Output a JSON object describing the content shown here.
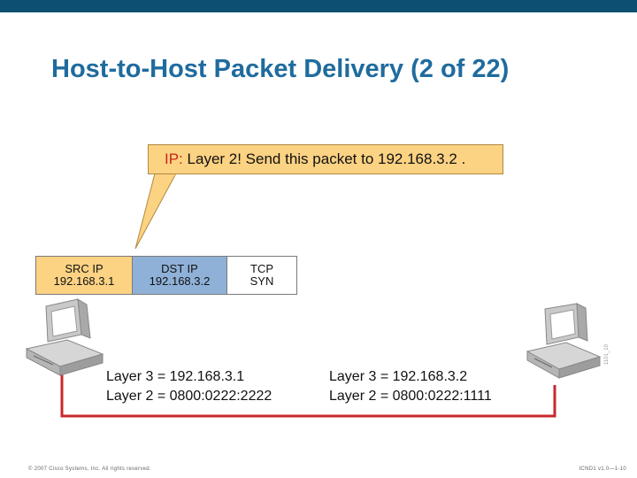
{
  "slide": {
    "title": "Host-to-Host Packet Delivery (2 of 22)",
    "footer_left": "© 2007 Cisco Systems, Inc. All rights reserved.",
    "footer_right": "ICND1 v1.0—1-10",
    "side_tag": "1101_10"
  },
  "callout": {
    "prefix": "IP:",
    "message": "Layer 2! Send this packet to 192.168.3.2 ."
  },
  "packet": {
    "src_label": "SRC IP",
    "src_value": "192.168.3.1",
    "dst_label": "DST IP",
    "dst_value": "192.168.3.2",
    "tcp_label": "TCP",
    "tcp_value": "SYN"
  },
  "hosts": {
    "left": {
      "layer3": "Layer 3 = 192.168.3.1",
      "layer2": "Layer 2 = 0800:0222:2222"
    },
    "right": {
      "layer3": "Layer 3 = 192.168.3.2",
      "layer2": "Layer 2 = 0800:0222:1111"
    }
  },
  "colors": {
    "header_bar": "#0d4f73",
    "title": "#1f6b9e",
    "callout_fill": "#fcd283",
    "dst_fill": "#8fb1d8",
    "cable": "#c8282c",
    "ip_prefix": "#c4281a"
  }
}
